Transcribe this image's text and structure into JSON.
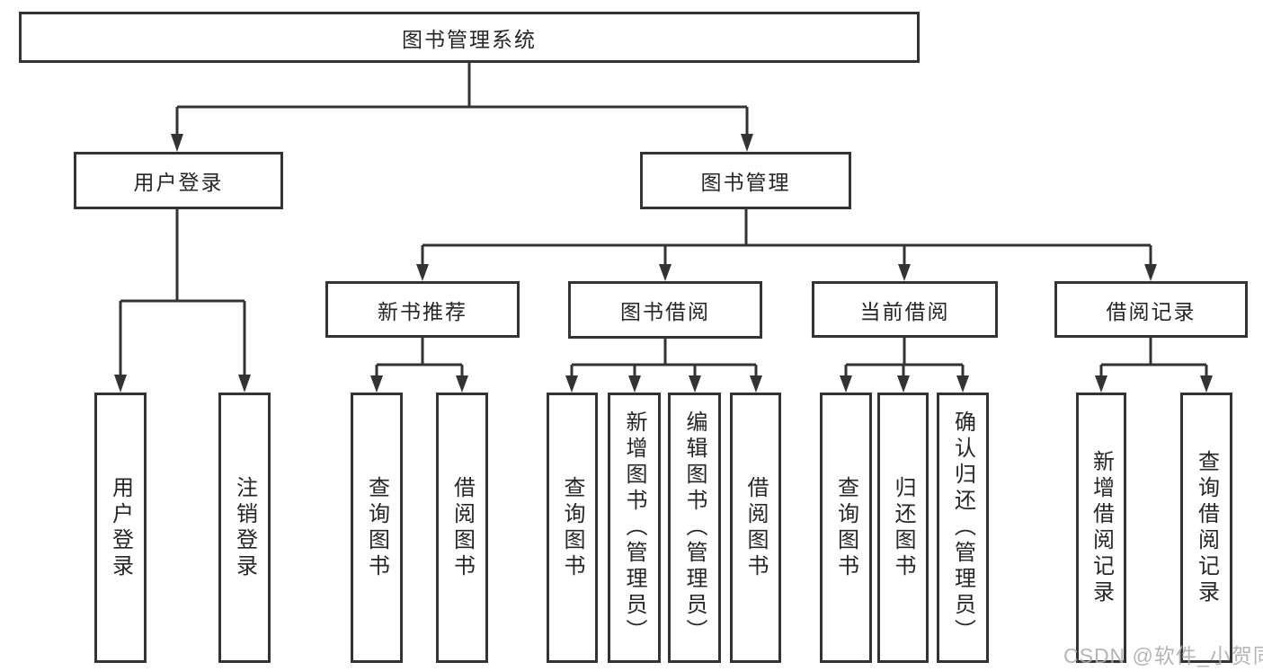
{
  "nodes": {
    "root": "图书管理系统",
    "level2": [
      "用户登录",
      "图书管理"
    ],
    "level3": [
      "新书推荐",
      "图书借阅",
      "当前借阅",
      "借阅记录"
    ],
    "leaves": [
      "用户登录",
      "注销登录",
      "查询图书",
      "借阅图书",
      "查询图书",
      "新增图书（管理员）",
      "编辑图书（管理员）",
      "借阅图书",
      "查询图书",
      "归还图书",
      "确认归还（管理员）",
      "新增借阅记录",
      "查询借阅记录"
    ]
  },
  "watermark": "CSDN @软件_小贺同学",
  "colors": {
    "line": "#333333",
    "box_border": "#333333",
    "text": "#262626",
    "watermark": "#adadad",
    "background": "#ffffff"
  }
}
